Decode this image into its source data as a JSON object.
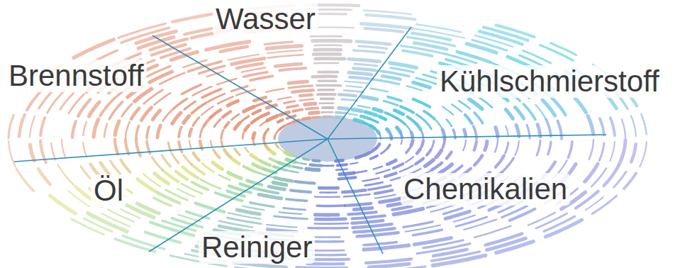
{
  "diagram": {
    "labels": [
      "Wasser",
      "Brennstoff",
      "Kühlschmierstoff",
      "Öl",
      "Chemikalien",
      "Reiniger"
    ]
  }
}
